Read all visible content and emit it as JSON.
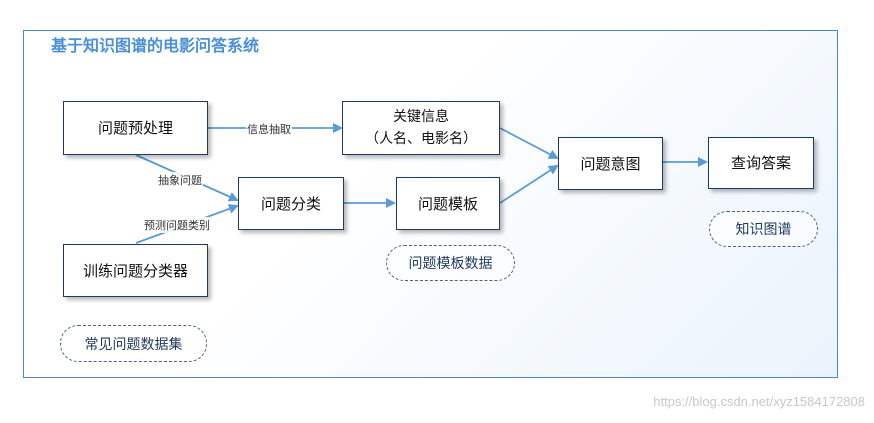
{
  "diagram": {
    "title": "基于知识图谱的电影问答系统",
    "nodes": {
      "preprocess": "问题预处理",
      "key_info_line1": "关键信息",
      "key_info_line2": "（人名、电影名）",
      "intent": "问题意图",
      "query": "查询答案",
      "classify": "问题分类",
      "template": "问题模板",
      "train": "训练问题分类器"
    },
    "data_sources": {
      "knowledge_graph": "知识图谱",
      "template_data": "问题模板数据",
      "question_dataset": "常见问题数据集"
    },
    "edge_labels": {
      "extract_info": "信息抽取",
      "abstract_question": "抽象问题",
      "predict_category": "预测问题类别"
    }
  },
  "watermark": "https://blog.csdn.net/xyz1584172808",
  "colors": {
    "frame_border": "#4a86c8",
    "title": "#4a90d9",
    "arrow": "#5b9bd5",
    "node_border": "#1f3a60"
  }
}
